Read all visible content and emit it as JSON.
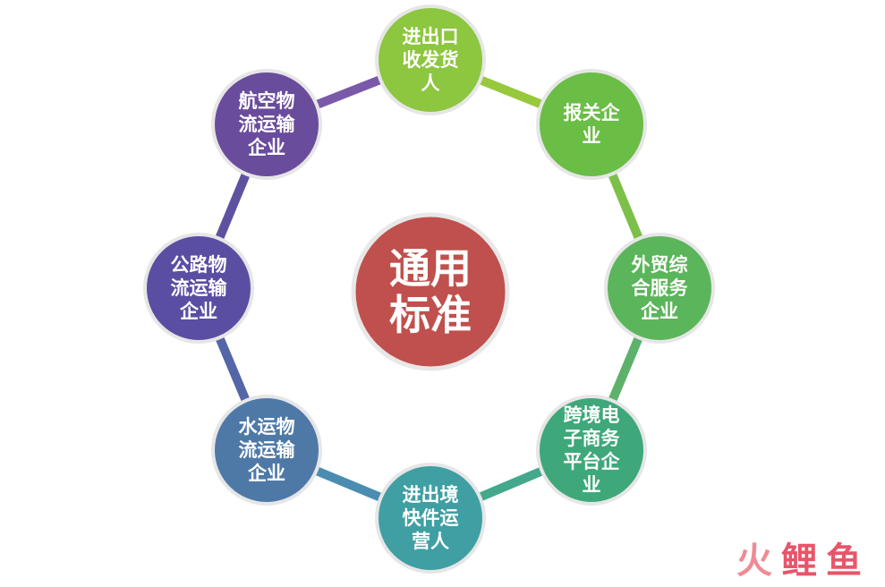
{
  "center": {
    "lines": [
      "通用",
      "标准"
    ],
    "color": "#c0504d"
  },
  "nodes": [
    {
      "id": "export-import-consignor",
      "lines": [
        "进出口",
        "收发货",
        "人"
      ],
      "color": "#8dc63f"
    },
    {
      "id": "customs-broker",
      "lines": [
        "报关企",
        "业"
      ],
      "color": "#6abd45"
    },
    {
      "id": "foreign-trade-service",
      "lines": [
        "外贸综",
        "合服务",
        "企业"
      ],
      "color": "#5bb55a"
    },
    {
      "id": "cross-border-ecommerce",
      "lines": [
        "跨境电",
        "子商务",
        "平台企",
        "业"
      ],
      "color": "#3fa87a"
    },
    {
      "id": "express-operator",
      "lines": [
        "进出境",
        "快件运",
        "营人"
      ],
      "color": "#3f9fa3"
    },
    {
      "id": "water-transport",
      "lines": [
        "水运物",
        "流运输",
        "企业"
      ],
      "color": "#4e79a7"
    },
    {
      "id": "road-transport",
      "lines": [
        "公路物",
        "流运输",
        "企业"
      ],
      "color": "#5a4ea3"
    },
    {
      "id": "air-transport",
      "lines": [
        "航空物",
        "流运输",
        "企业"
      ],
      "color": "#6a4c9c"
    }
  ],
  "watermark": {
    "text": [
      "火",
      "鲤",
      "鱼"
    ],
    "colors": [
      "#f08a94",
      "#e8556a",
      "#e8556a"
    ]
  }
}
